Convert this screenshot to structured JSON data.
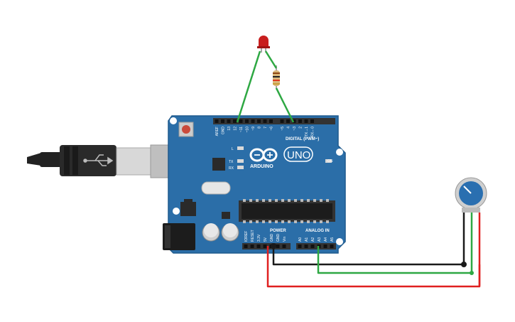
{
  "board": {
    "name": "UNO",
    "brand": "ARDUINO",
    "digital_header_label": "DIGITAL (PWM~)",
    "power_label": "POWER",
    "analog_label": "ANALOG IN",
    "on_label": "ON",
    "l_label": "L",
    "tx_label": "TX",
    "rx_label": "RX",
    "digital_pins": [
      "AREF",
      "GND",
      "13",
      "12",
      "~11",
      "~10",
      "~9",
      "8",
      "7",
      "~6",
      "~5",
      "4",
      "~3",
      "2",
      "TX→1",
      "RX←0"
    ],
    "power_pins": [
      "IOREF",
      "RESET",
      "3.3V",
      "5V",
      "GND",
      "GND",
      "Vin"
    ],
    "analog_pins": [
      "A0",
      "A1",
      "A2",
      "A3",
      "A4",
      "A5"
    ]
  },
  "colors": {
    "board": "#2b6ea8",
    "board_edge": "#1f5a8d",
    "header": "#333333",
    "wire_green": "#2ea843",
    "wire_red": "#e02020",
    "wire_black": "#1a1a1a",
    "led": "#c81e1e",
    "pot_knob": "#2a6fb0"
  },
  "icons": {
    "usb_plug": "usb-icon",
    "infinity_logo": "infinity-logo-icon"
  }
}
